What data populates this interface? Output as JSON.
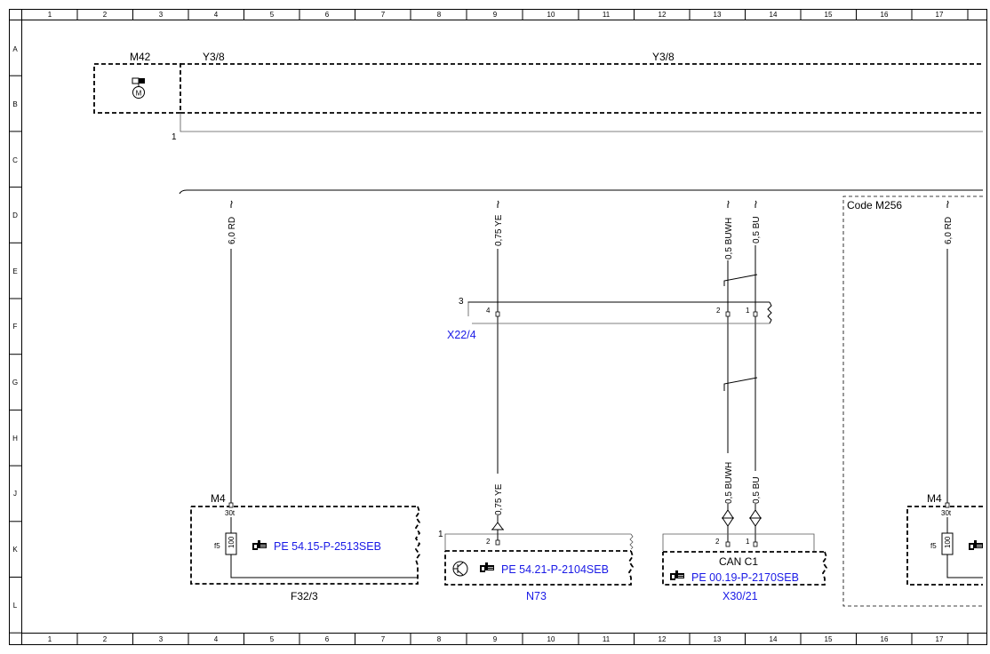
{
  "grid": {
    "columns": [
      "1",
      "2",
      "3",
      "4",
      "5",
      "6",
      "7",
      "8",
      "9",
      "10",
      "11",
      "12",
      "13",
      "14",
      "15",
      "16",
      "17"
    ],
    "rows": [
      "A",
      "B",
      "C",
      "D",
      "E",
      "F",
      "G",
      "H",
      "J",
      "K",
      "L"
    ]
  },
  "header": {
    "m42": "M42",
    "y38_left": "Y3/8",
    "y38_main": "Y3/8",
    "pin1": "1"
  },
  "wires": {
    "rd_top": "6,0 RD",
    "ye_top": "0,75 YE",
    "buwh_top": "0,5 BUWH",
    "bu_top": "0,5 BU",
    "rd_right": "6,0 RD",
    "ye_bottom": "0,75 YE",
    "buwh_bottom": "0,5 BUWH",
    "bu_bottom": "0,5 BU"
  },
  "connector_x22": {
    "label": "X22/4",
    "pin3": "3",
    "pin4": "4",
    "pin2": "2",
    "pin1": "1"
  },
  "code_box": {
    "label": "Code M256"
  },
  "f32": {
    "m4": "M4",
    "t30": "30t",
    "fuse": "f5",
    "rating": "100",
    "ref": "PE 54.15-P-2513SEB",
    "label": "F32/3"
  },
  "n73": {
    "pin1": "1",
    "pin2": "2",
    "ref": "PE 54.21-P-2104SEB",
    "label": "N73"
  },
  "x30": {
    "pin2": "2",
    "pin1": "1",
    "can": "CAN C1",
    "ref": "PE 00.19-P-2170SEB",
    "label": "X30/21"
  },
  "f32_right": {
    "m4": "M4",
    "t30": "30t",
    "fuse": "f5",
    "rating": "100"
  },
  "icons": [
    "motor-icon",
    "pointing-hand-icon",
    "transistor-icon",
    "fuse-icon",
    "can-bus-arrow-icon"
  ],
  "colors": {
    "reference_link": "#1a1ae6",
    "line": "#000000"
  }
}
